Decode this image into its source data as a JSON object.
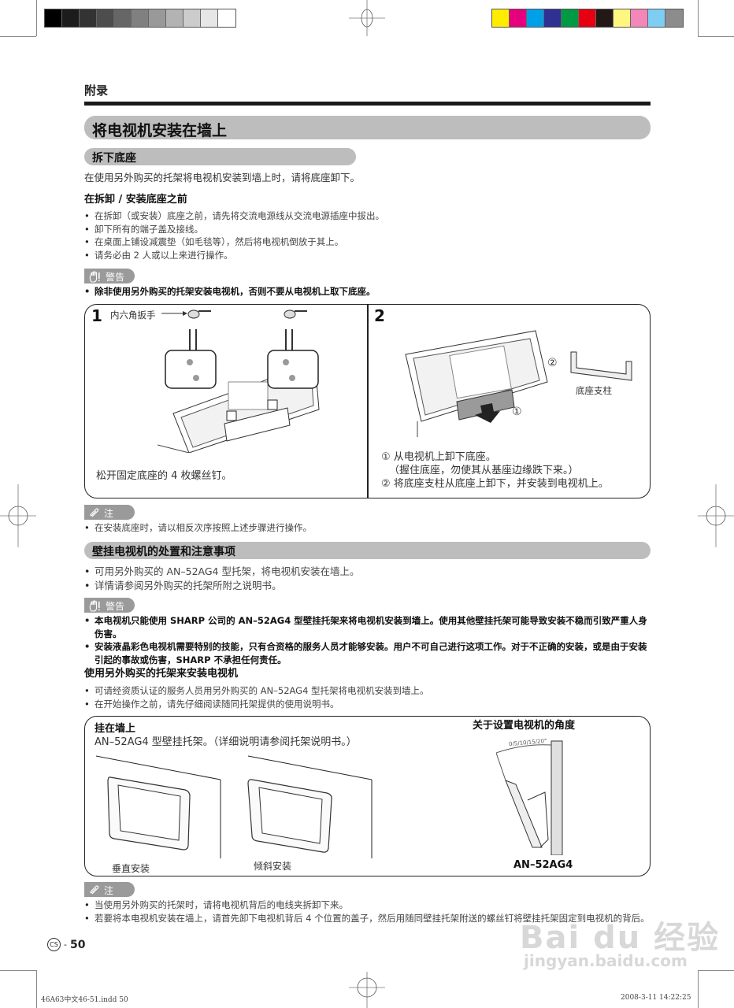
{
  "print_marks": {
    "gray_swatches": [
      "#000000",
      "#1c1c1c",
      "#333333",
      "#4d4d4d",
      "#666666",
      "#808080",
      "#999999",
      "#b3b3b3",
      "#cccccc",
      "#e6e6e6",
      "#ffffff"
    ],
    "color_swatches": [
      "#ffed00",
      "#e6007e",
      "#00a0e9",
      "#2e3192",
      "#009944",
      "#e60012",
      "#231815",
      "#fff67f",
      "#f287b8",
      "#7ecef4",
      "#8c8c8c"
    ],
    "slug_left": "46A63中文46-51.indd   50",
    "slug_right": "2008-3-11   14:22:25"
  },
  "header": {
    "section": "附录",
    "page_title": "将电视机安装在墙上"
  },
  "remove_stand": {
    "heading": "拆下底座",
    "intro": "在使用另外购买的托架将电视机安装到墙上时，请将底座卸下。",
    "before_heading": "在拆卸 / 安装底座之前",
    "before_items": [
      "在拆卸（或安装）底座之前，请先将交流电源线从交流电源插座中拔出。",
      "卸下所有的端子盖及接线。",
      "在桌面上铺设减震垫（如毛毯等），然后将电视机倒放于其上。",
      "请务必由 2 人或以上来进行操作。"
    ],
    "warning_label": "警告",
    "warning_items": [
      "除非使用另外购买的托架安装电视机，否则不要从电视机上取下底座。"
    ],
    "step1": {
      "number": "1",
      "tool_label": "内六角扳手",
      "caption": "松开固定底座的 4 枚螺丝钉。"
    },
    "step2": {
      "number": "2",
      "marker1": "①",
      "marker2": "②",
      "part_label": "底座支柱",
      "caption_lines": [
        "① 从电视机上卸下底座。",
        "（握住底座，勿使其从基座边缘跌下来。）",
        "② 将底座支柱从底座上卸下，并安装到电视机上。"
      ]
    },
    "note_label": "注",
    "note_items": [
      "在安装底座时，请以相反次序按照上述步骤进行操作。"
    ]
  },
  "wall_mount": {
    "heading": "壁挂电视机的处置和注意事项",
    "items": [
      "可用另外购买的 AN–52AG4 型托架，将电视机安装在墙上。",
      "详情请参阅另外购买的托架所附之说明书。"
    ],
    "warning_label": "警告",
    "warning_items": [
      "本电视机只能使用 SHARP 公司的 AN–52AG4 型壁挂托架来将电视机安装到墙上。使用其他壁挂托架可能导致安装不稳而引致严重人身伤害。",
      "安装液晶彩色电视机需要特别的技能，只有合资格的服务人员才能够安装。用户不可自己进行这项工作。对于不正确的安装，或是由于安装引起的事故或伤害，SHARP 不承担任何责任。"
    ],
    "sub_heading": "使用另外购买的托架来安装电视机",
    "sub_items": [
      "可请经资质认证的服务人员用另外购买的 AN–52AG4 型托架将电视机安装到墙上。",
      "在开始操作之前，请先仔细阅读随同托架提供的使用说明书。"
    ],
    "figure": {
      "title": "挂在墙上",
      "subtitle": "AN–52AG4 型壁挂托架。（详细说明请参阅托架说明书。）",
      "vertical_label": "垂直安装",
      "tilt_label": "倾斜安装",
      "angle_title": "关于设置电视机的角度",
      "angle_values": "0/5/10/15/20°",
      "model_label": "AN–52AG4"
    },
    "note_label": "注",
    "note_items": [
      "当使用另外购买的托架时，请将电视机背后的电线夹拆卸下来。",
      "若要将本电视机安装在墙上，请首先卸下电视机背后 4 个位置的盖子，然后用随同壁挂托架附送的螺丝钉将壁挂托架固定到电视机的背后。"
    ]
  },
  "footer": {
    "lang_badge": "CS",
    "page_number": "50"
  },
  "watermark": {
    "brand": "Bai du 经验",
    "url": "jingyan.baidu.com"
  }
}
